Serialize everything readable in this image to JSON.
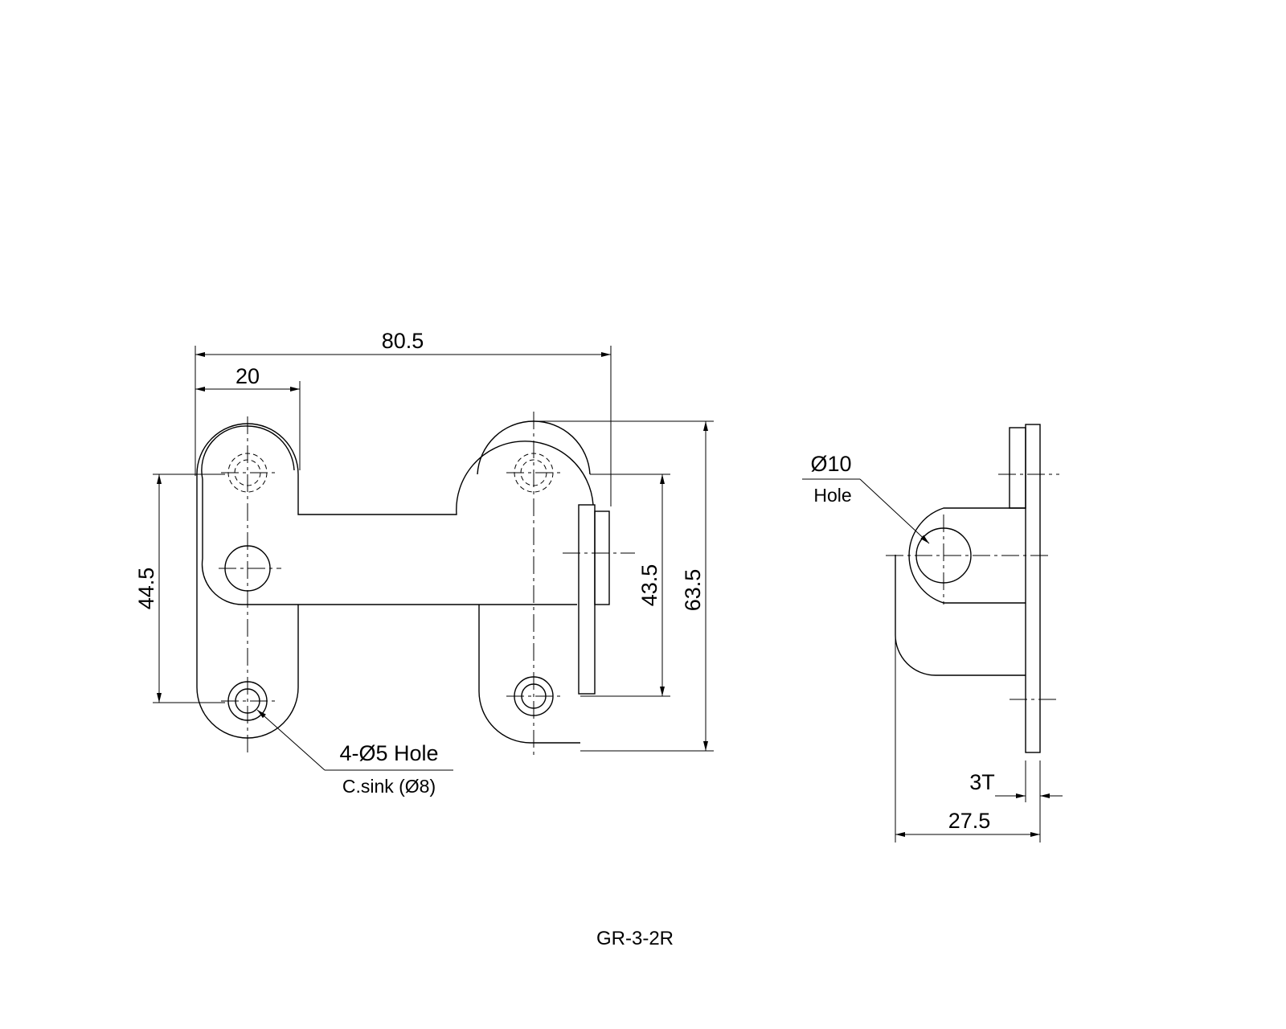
{
  "drawing": {
    "part_number": "GR-3-2R",
    "front_view": {
      "dim_overall_width": "80.5",
      "dim_ear_width": "20",
      "dim_left_height": "44.5",
      "dim_right_inner_height": "43.5",
      "dim_overall_height": "63.5",
      "hole_note": "4-Ø5 Hole",
      "countersink_note": "C.sink (Ø8)"
    },
    "side_view": {
      "hole_dia": "Ø10",
      "hole_label": "Hole",
      "thickness": "3T",
      "depth": "27.5"
    }
  }
}
